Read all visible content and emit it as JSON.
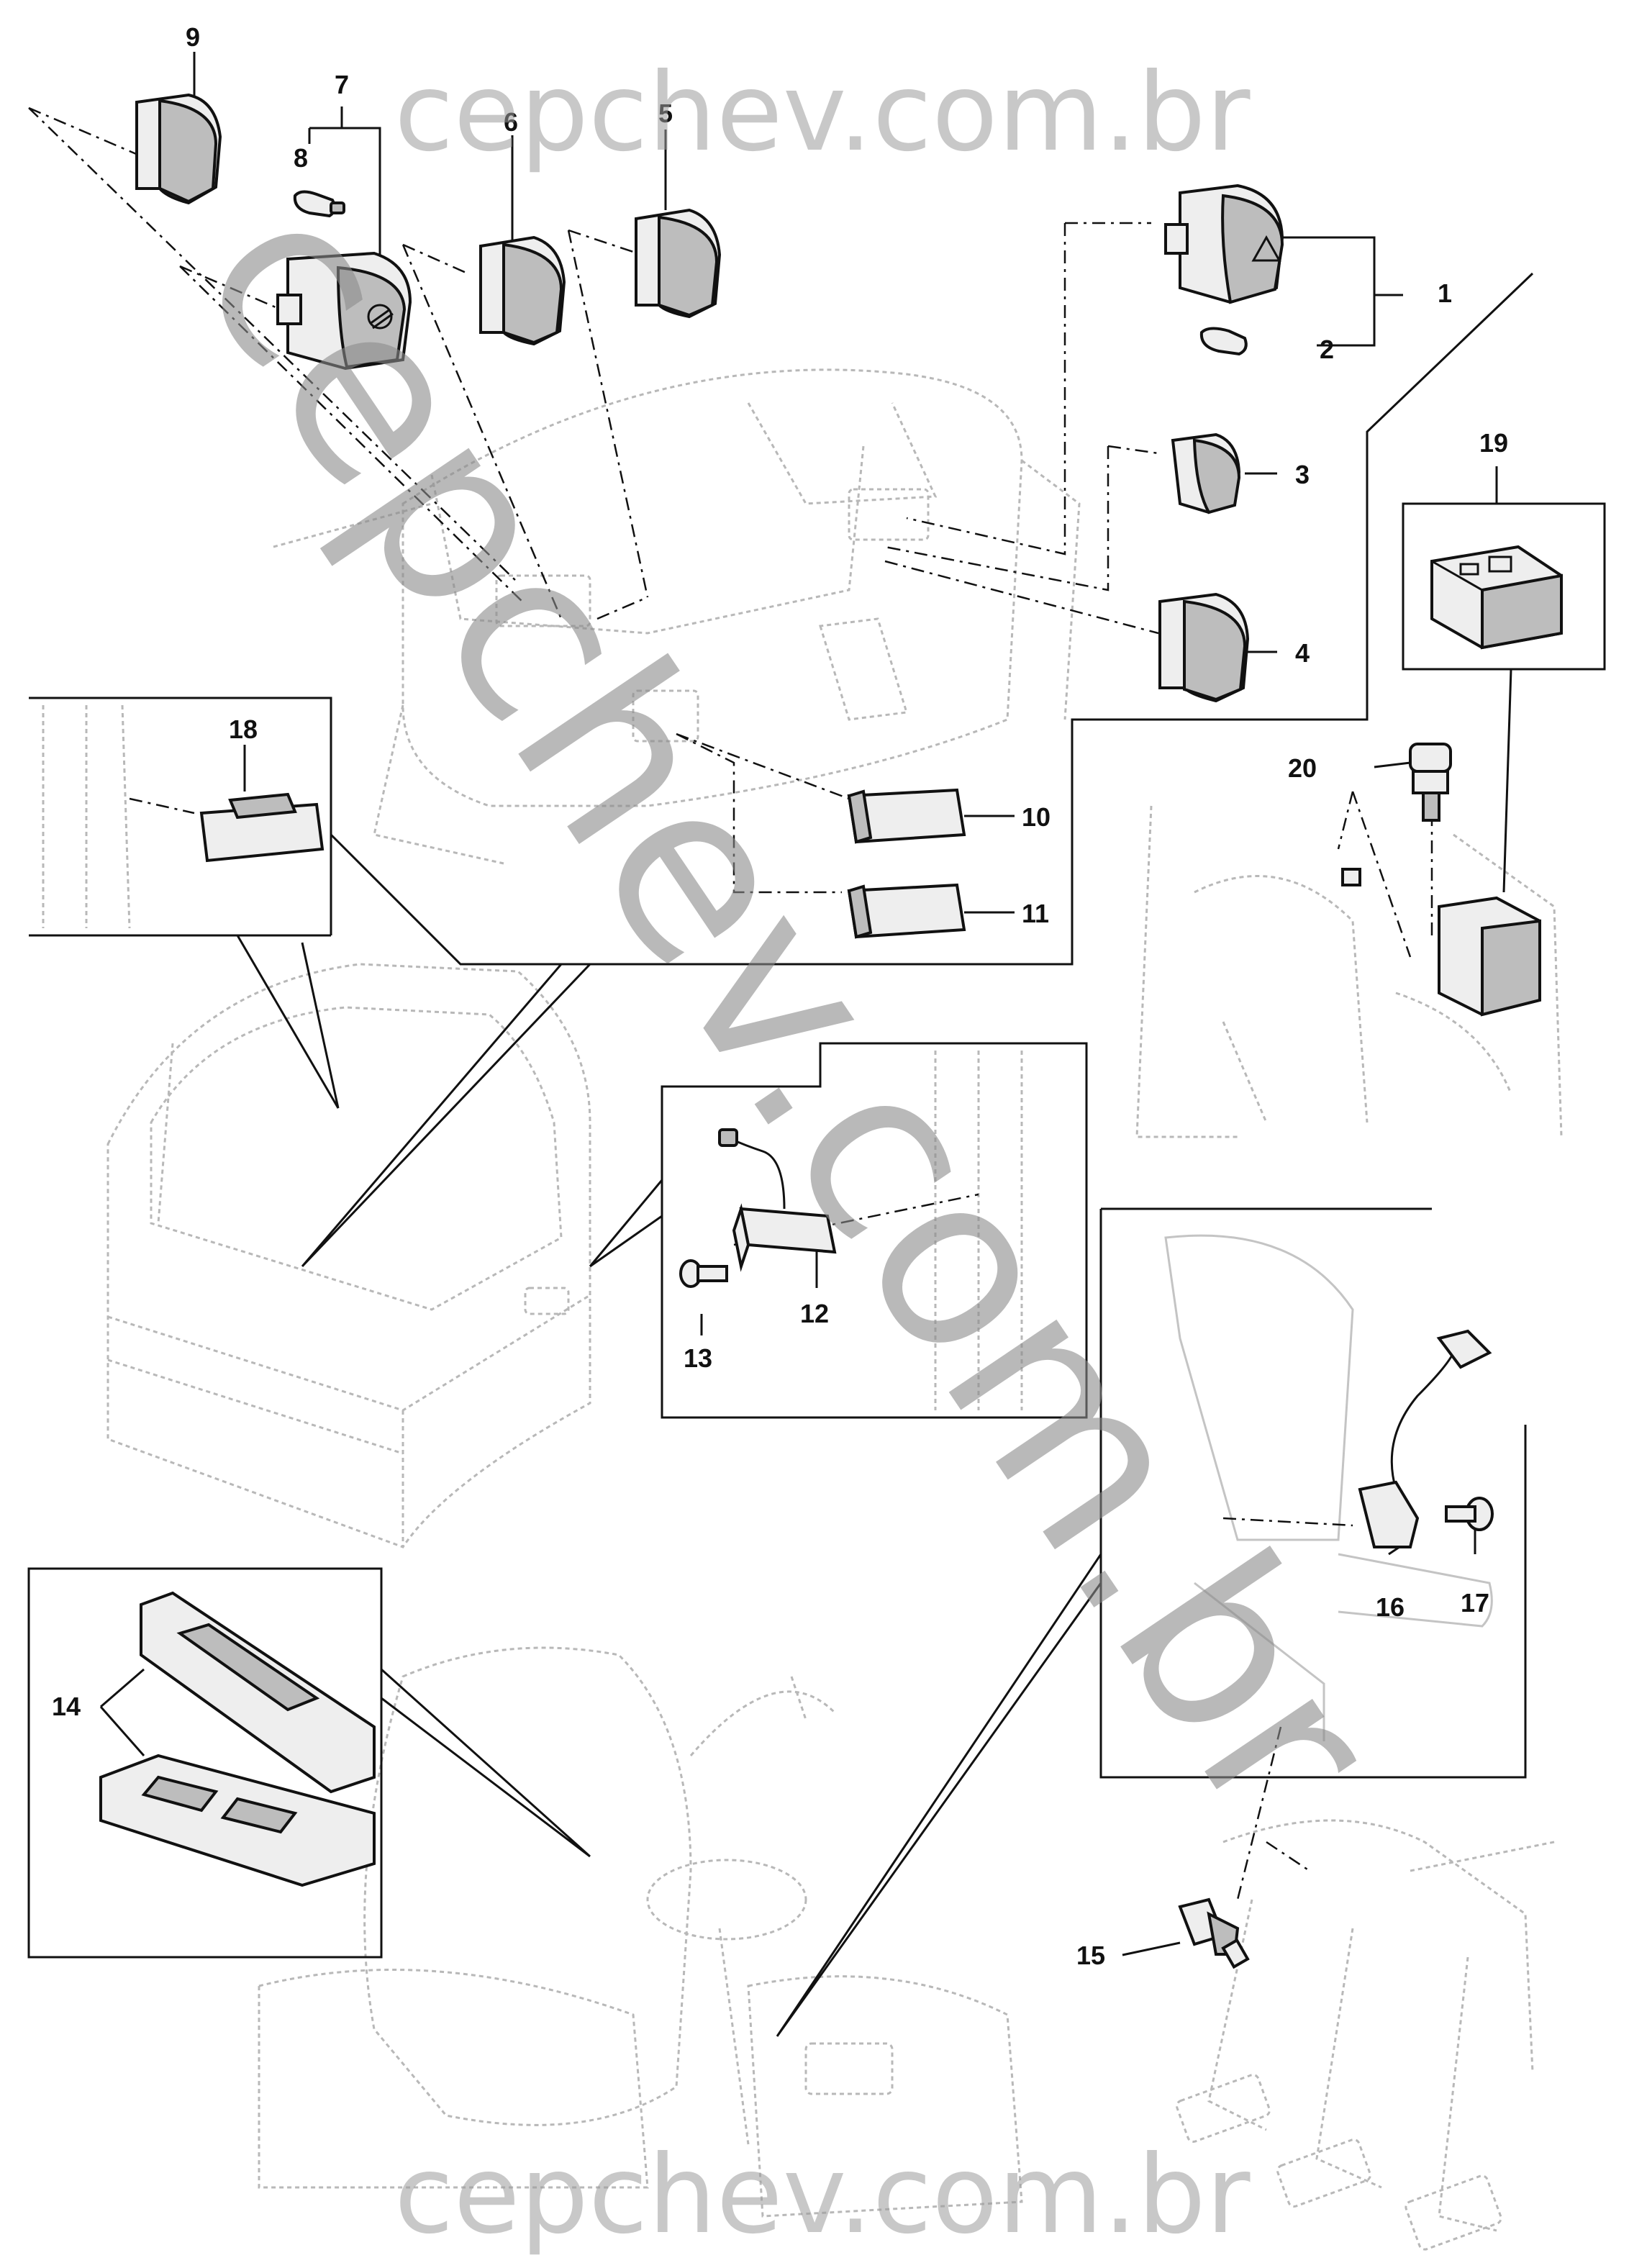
{
  "watermarks": {
    "top": "cepchev.com.br",
    "bottom": "cepchev.com.br",
    "diagonal": "cepchev.com.br"
  },
  "callouts": {
    "c1": "1",
    "c2": "2",
    "c3": "3",
    "c4": "4",
    "c5": "5",
    "c6": "6",
    "c7": "7",
    "c8": "8",
    "c9": "9",
    "c10": "10",
    "c11": "11",
    "c12": "12",
    "c13": "13",
    "c14": "14",
    "c15": "15",
    "c16": "16",
    "c17": "17",
    "c18": "18",
    "c19": "19",
    "c20": "20"
  },
  "colors": {
    "ink": "#111111",
    "ghost": "#b8b8b8",
    "watermark": "#9a9a9a"
  }
}
